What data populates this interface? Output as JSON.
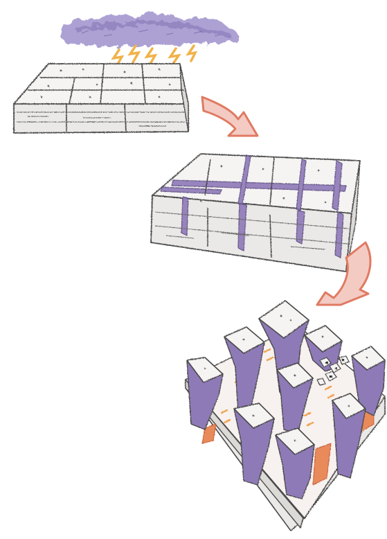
{
  "diagram": {
    "stages": [
      {
        "id": "stage-1",
        "state": "intact limestone block under rain cloud"
      },
      {
        "id": "stage-2",
        "state": "joints widened by dissolution"
      },
      {
        "id": "stage-3",
        "state": "deeply eroded karst pillars"
      }
    ],
    "arrows": 2
  },
  "colors": {
    "cloud": "#9b8ec7",
    "rain": "#f0b24a",
    "stone_face": "#f4f3f2",
    "stone_side": "#e4e2e0",
    "outline": "#4a4a4a",
    "dissolution": "#8f7ab8",
    "arrow_fill": "#f3cbc3",
    "arrow_stroke": "#e07a62",
    "soil": "#e98a5a"
  },
  "icons": [
    "rain-cloud-icon",
    "curved-arrow-icon"
  ]
}
